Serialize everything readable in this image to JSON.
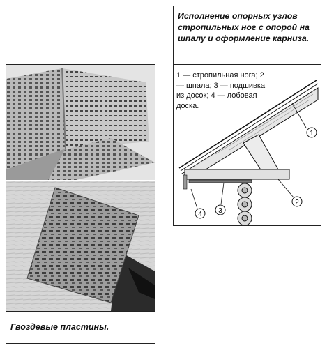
{
  "left_panel": {
    "caption": "Гвоздевые пластины."
  },
  "right_panel": {
    "title": "Исполнение опорных узлов стропильных ног с опорой на шпалу и оформление карниза.",
    "legend": "1 — стропильная нога; 2 — шпала; 3 — подшивка из досок; 4 — лобовая доска.",
    "callouts": [
      "1",
      "2",
      "3",
      "4"
    ]
  }
}
